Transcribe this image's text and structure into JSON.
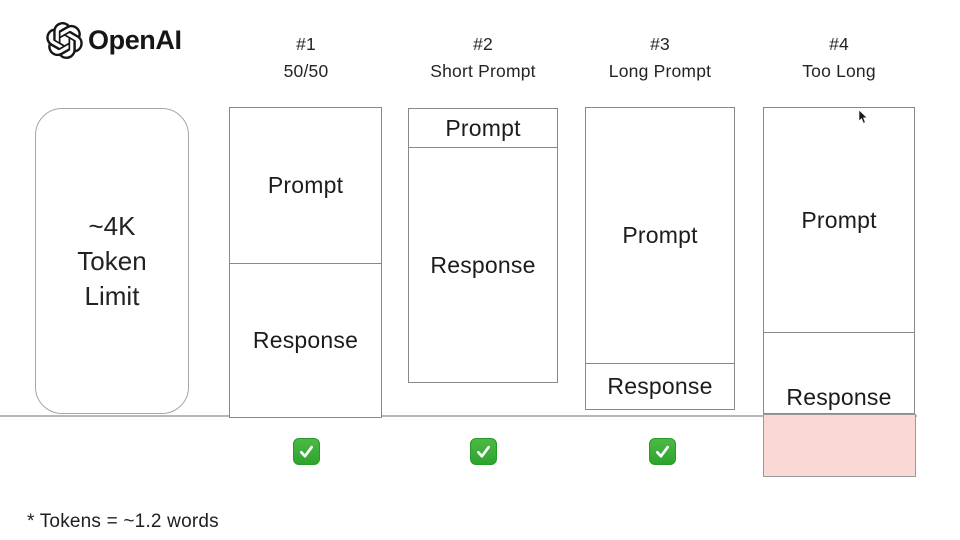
{
  "brand": {
    "wordmark": "OpenAI",
    "logo_icon": "openai-knot-logo"
  },
  "limit_box": {
    "lines": [
      "~4K",
      "Token",
      "Limit"
    ]
  },
  "columns": [
    {
      "number": "#1",
      "title": "50/50",
      "prompt_label": "Prompt",
      "response_label": "Response",
      "has_check": true,
      "overflow": false
    },
    {
      "number": "#2",
      "title": "Short Prompt",
      "prompt_label": "Prompt",
      "response_label": "Response",
      "has_check": true,
      "overflow": false
    },
    {
      "number": "#3",
      "title": "Long Prompt",
      "prompt_label": "Prompt",
      "response_label": "Response",
      "has_check": true,
      "overflow": false
    },
    {
      "number": "#4",
      "title": "Too Long",
      "prompt_label": "Prompt",
      "response_label": "Response",
      "has_check": false,
      "overflow": true
    }
  ],
  "footnote": "* Tokens = ~1.2 words",
  "colors": {
    "check_green": "#2da32c",
    "overflow_pink": "#f9d9d5",
    "box_border": "#898989",
    "baseline_gray": "#b7b7b7",
    "text": "#1f1f1f"
  }
}
